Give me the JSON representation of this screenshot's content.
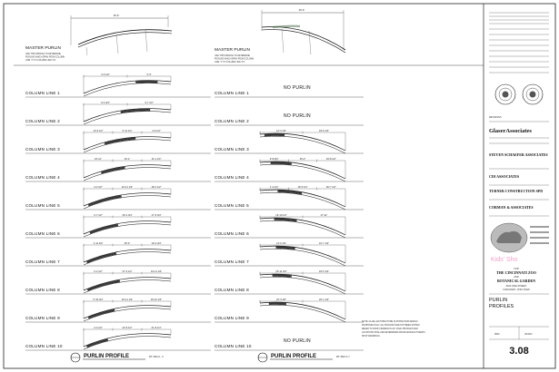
{
  "master": {
    "label": "MASTER PURLIN",
    "note_left": [
      "USE THIS PROFILE TO DETERMINE",
      "PURLINS WHICH SPAN FROM COLUMN",
      "LINE \"1\" TO COLUMN LINE \"10\""
    ],
    "note_right": [
      "USE THIS PROFILE TO DETERMINE",
      "PURLINS WHICH SPAN FROM COLUMN",
      "LINE \"1\" TO COLUMN LINE \"10\""
    ],
    "dim_left": "46'-6\"",
    "dim_right": "46'-6\""
  },
  "left_rows": [
    {
      "label": "COLUMN LINE 1",
      "dims": [
        "3'-0 1/2\"",
        "3'-3\""
      ],
      "shade": [
        0.62,
        0.86
      ]
    },
    {
      "label": "COLUMN LINE 2",
      "dims": [
        "9'-4 3/4\"",
        "3'-7 1/2\""
      ],
      "shade": [
        0.45,
        0.78
      ]
    },
    {
      "label": "COLUMN LINE 3",
      "dims": [
        "13'-6 1/2\"",
        "5'-11 1/2\"",
        "4'-9 1/4\""
      ],
      "shade": [
        0.26,
        0.62
      ]
    },
    {
      "label": "COLUMN LINE 4",
      "dims": [
        "16'-11\"",
        "10'-1\"",
        "11'-1 1/4\""
      ],
      "shade": [
        0.22,
        0.5
      ]
    },
    {
      "label": "COLUMN LINE 5",
      "dims": [
        "4'-3 1/2\"",
        "22'-11 1/2\"",
        "18'-1 1/2\""
      ],
      "shade": [
        0.06,
        0.46
      ]
    },
    {
      "label": "COLUMN LINE 6",
      "dims": [
        "2'-7 1/2\"",
        "26'-4 3/4\"",
        "17'-6 3/4\""
      ],
      "shade": [
        0.08,
        0.42
      ]
    },
    {
      "label": "COLUMN LINE 7",
      "dims": [
        "1'-11 3/4\"",
        "25'-3\"",
        "19'-4 3/4\""
      ],
      "shade": [
        0.04,
        0.4
      ]
    },
    {
      "label": "COLUMN LINE 8",
      "dims": [
        "2'-2 1/2\"",
        "27'-3 1/2\"",
        "16'-11 1/4\""
      ],
      "shade": [
        0.05,
        0.44
      ]
    },
    {
      "label": "COLUMN LINE 9",
      "dims": [
        "5'-10 3/4\"",
        "20'-11 1/2\"",
        "19'-10 1/2\""
      ],
      "shade": [
        0.06,
        0.38
      ]
    },
    {
      "label": "COLUMN LINE 10",
      "dims": [
        "2'-0 1/4\"",
        "22'-9 1/2\"",
        "21'-8 1/4\""
      ],
      "shade": [
        0.04,
        0.3
      ]
    }
  ],
  "right_rows": [
    {
      "label": "COLUMN LINE 1",
      "text": "NO PURLIN"
    },
    {
      "label": "COLUMN LINE 2",
      "text": "NO PURLIN"
    },
    {
      "label": "COLUMN LINE 3",
      "dims": [
        "12'-3 1/4\"",
        "18'-9 1/2\""
      ],
      "shade": [
        0.05,
        0.28
      ]
    },
    {
      "label": "COLUMN LINE 4",
      "dims": [
        "6'-8 3/4\"",
        "16'-2\"",
        "19'-8 1/2\""
      ],
      "shade": [
        0.12,
        0.36
      ]
    },
    {
      "label": "COLUMN LINE 5",
      "dims": [
        "1'-4 1/4\"",
        "18'-6 1/4\"",
        "26'-7 1/2\""
      ],
      "shade": [
        0.2,
        0.48
      ]
    },
    {
      "label": "COLUMN LINE 6",
      "dims": [
        "16'-10 1/4\"",
        "17'-11\""
      ],
      "shade": [
        0.16,
        0.42
      ]
    },
    {
      "label": "COLUMN LINE 7",
      "dims": [
        "21'-0 1/2\"",
        "16'-7 1/4\""
      ],
      "shade": [
        0.18,
        0.4
      ]
    },
    {
      "label": "COLUMN LINE 8",
      "dims": [
        "25'-11 3/4\"",
        "18'-6 1/4\""
      ],
      "shade": [
        0.14,
        0.36
      ]
    },
    {
      "label": "COLUMN LINE 9",
      "dims": [
        "22'-3 3/4\"",
        "20'-1 1/4\""
      ],
      "shade": [
        0.1,
        0.3
      ]
    },
    {
      "label": "COLUMN LINE 10",
      "text": "NO PURLIN"
    }
  ],
  "profiles": [
    {
      "title": "PURLIN PROFILE",
      "ref": "RT. 05/2 A - 3"
    },
    {
      "title": "PURLIN PROFILE",
      "ref": "RT. 05/2 C-7"
    }
  ],
  "general_note": [
    "NOTE: GLUE-LAM STRUCTURE IS SHOWN FOR DESIGN",
    "PURPOSES ONLY. ALL PURLINS HAVE NOT BEEN SHOWN.",
    "REFER TO ROOF FRAMING PLAN, FINAL PROFILES AND",
    "LOCATIONS SHALL BE DETERMINED FROM MANUFACTURER'S",
    "SHOP DRAWINGS."
  ],
  "title_block": {
    "revision_label": "REVISIONS",
    "firm": "GlaserAssociates",
    "consultant_1": "STEVEN SCHAEFER ASSOCIATES",
    "consultant_2": "CDI ASSOCIATES",
    "consultant_3": "TURNER CONSTRUCTION SPD",
    "consultant_4": "CORMAN & ASSOCIATES",
    "watermark": "Kids' Sho",
    "client_pre": "FOR",
    "client_1": "THE CINCINNATI ZOO",
    "client_and": "AND",
    "client_2": "BOTANICAL GARDEN",
    "address_1": "3400 VINE STREET",
    "address_2": "CINCINNATI, OHIO 45220",
    "sheet_title_1": "PURLIN",
    "sheet_title_2": "PROFILES",
    "job_no": "9903",
    "date": "3/15/00",
    "sheet_no": "3.08"
  }
}
